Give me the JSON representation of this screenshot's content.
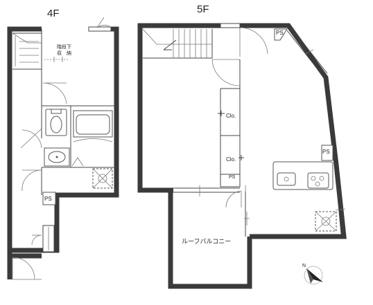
{
  "floors": {
    "floor4": {
      "label": "4F"
    },
    "floor5": {
      "label": "5F"
    }
  },
  "rooms": {
    "stair_storage": "階段下\n収　納",
    "closet_1": "Clo.",
    "closet_2": "Clo.",
    "roof_balcony": "ルーフバルコニー"
  },
  "ps_labels": {
    "ps_4f": "PS",
    "ps_5f_top": "PS",
    "ps_5f_kitchen": "PS",
    "ps_5f_closet": "PS"
  }
}
